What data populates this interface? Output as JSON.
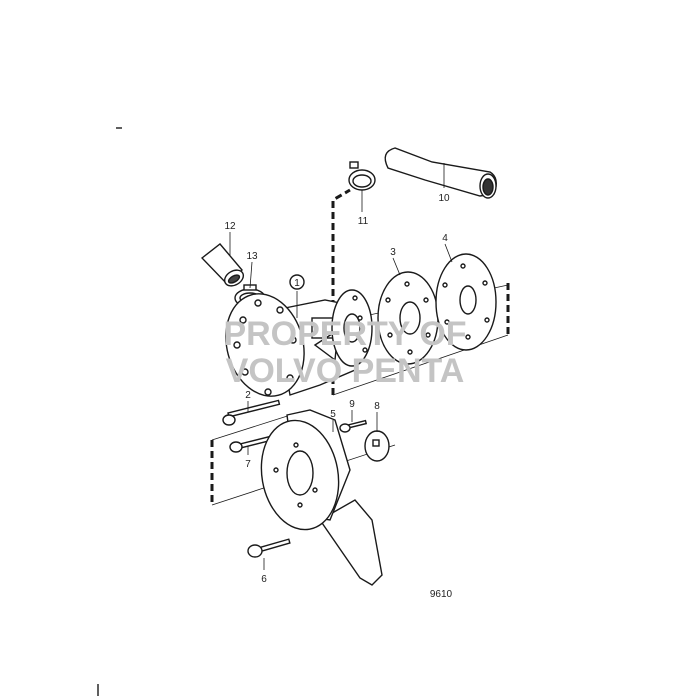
{
  "diagram": {
    "drawing_number": "9610",
    "watermark": [
      "PROPERTY OF",
      "VOLVO PENTA"
    ],
    "callouts": [
      {
        "id": "1",
        "part": "pump"
      },
      {
        "id": "2",
        "part": "bolt"
      },
      {
        "id": "3",
        "part": "gasket"
      },
      {
        "id": "4",
        "part": "plate"
      },
      {
        "id": "5",
        "part": "bracket"
      },
      {
        "id": "6",
        "part": "bolt"
      },
      {
        "id": "7",
        "part": "bolt"
      },
      {
        "id": "8",
        "part": "washer-plate"
      },
      {
        "id": "9",
        "part": "screw"
      },
      {
        "id": "10",
        "part": "hose"
      },
      {
        "id": "11",
        "part": "hose-clamp"
      },
      {
        "id": "12",
        "part": "sleeve"
      },
      {
        "id": "13",
        "part": "hose-clamp"
      }
    ]
  }
}
